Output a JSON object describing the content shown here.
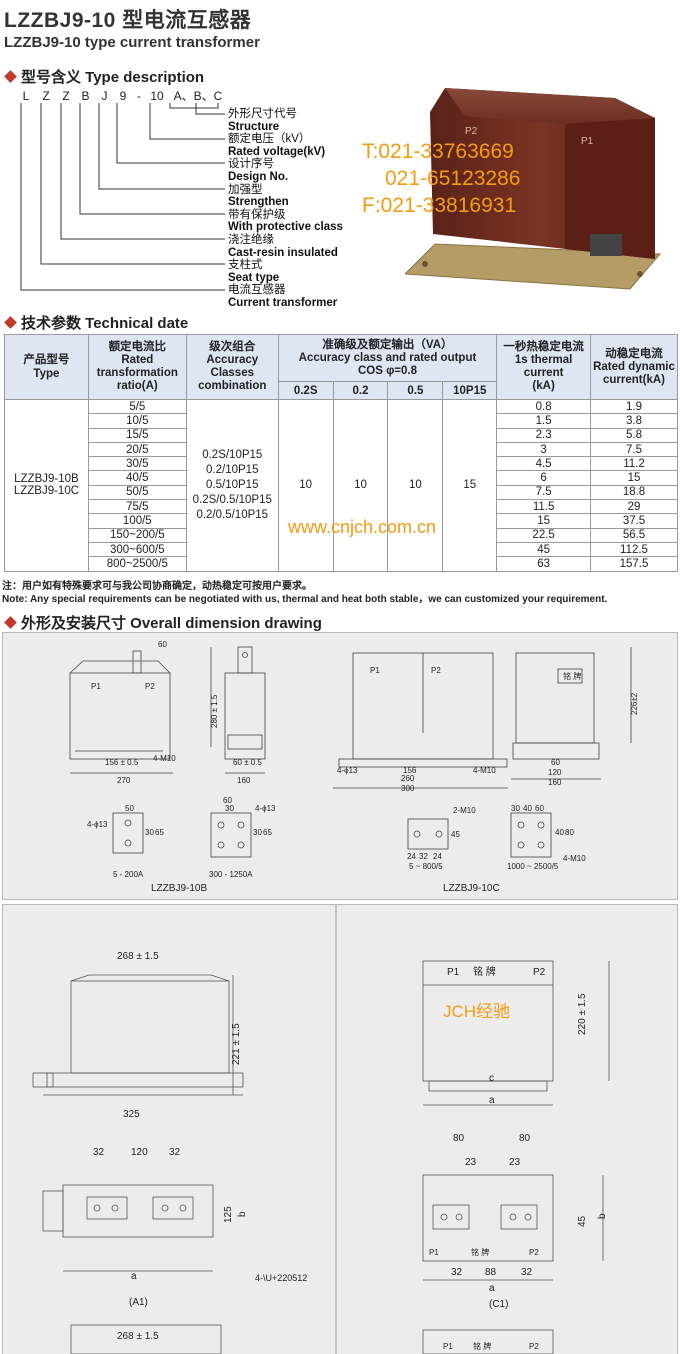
{
  "header": {
    "title_cn": "LZZBJ9-10 型电流互感器",
    "title_en": "LZZBJ9-10 type current transformer"
  },
  "type_description": {
    "heading": "型号含义 Type description",
    "code_letters": [
      "L",
      "Z",
      "Z",
      "B",
      "J",
      "9",
      "-",
      "10",
      "A、B、C"
    ],
    "items": [
      {
        "cn": "外形尺寸代号",
        "en": "Structure"
      },
      {
        "cn": "额定电压（kV）",
        "en": "Rated voltage(kV)"
      },
      {
        "cn": "设计序号",
        "en": "Design No."
      },
      {
        "cn": "加强型",
        "en": "Strengthen"
      },
      {
        "cn": "带有保护级",
        "en": "With protective class"
      },
      {
        "cn": "浇注绝缘",
        "en": "Cast-resin insulated"
      },
      {
        "cn": "支柱式",
        "en": "Seat type"
      },
      {
        "cn": "电流互感器",
        "en": "Current transformer"
      }
    ],
    "phones": [
      "T:021-33763669",
      "021-65123286",
      "F:021-33816931"
    ],
    "product_labels": [
      "P2",
      "P1"
    ]
  },
  "technical": {
    "heading": "技术参数 Technical date",
    "headers": {
      "type": "产品型号\nType",
      "ratio": "额定电流比\nRated\ntransformation\nratio(A)",
      "combo": "级次组合\nAccuracy\nClasses\ncombination",
      "accuracy": "准确级及额定输出（VA）\nAccuracy class and rated output\nCOS φ=0.8",
      "thermal": "一秒热稳定电流\n1s thermal current\n(kA)",
      "dynamic": "动稳定电流\nRated dynamic\ncurrent(kA)"
    },
    "accuracy_cols": [
      "0.2S",
      "0.2",
      "0.5",
      "10P15"
    ],
    "type_values": [
      "LZZBJ9-10B",
      "LZZBJ9-10C"
    ],
    "combos": [
      "0.2S/10P15",
      "0.2/10P15",
      "0.5/10P15",
      "0.2S/0.5/10P15",
      "0.2/0.5/10P15"
    ],
    "outputs": [
      "10",
      "10",
      "10",
      "15"
    ],
    "rows": [
      {
        "ratio": "5/5",
        "thermal": "0.8",
        "dynamic": "1.9"
      },
      {
        "ratio": "10/5",
        "thermal": "1.5",
        "dynamic": "3.8"
      },
      {
        "ratio": "15/5",
        "thermal": "2.3",
        "dynamic": "5.8"
      },
      {
        "ratio": "20/5",
        "thermal": "3",
        "dynamic": "7.5"
      },
      {
        "ratio": "30/5",
        "thermal": "4.5",
        "dynamic": "11.2"
      },
      {
        "ratio": "40/5",
        "thermal": "6",
        "dynamic": "15"
      },
      {
        "ratio": "50/5",
        "thermal": "7.5",
        "dynamic": "18.8"
      },
      {
        "ratio": "75/5",
        "thermal": "11.5",
        "dynamic": "29"
      },
      {
        "ratio": "100/5",
        "thermal": "15",
        "dynamic": "37.5"
      },
      {
        "ratio": "150~200/5",
        "thermal": "22.5",
        "dynamic": "56.5"
      },
      {
        "ratio": "300~600/5",
        "thermal": "45",
        "dynamic": "112.5"
      },
      {
        "ratio": "800~2500/5",
        "thermal": "63",
        "dynamic": "157.5"
      }
    ],
    "watermark": "www.cnjch.com.cn",
    "note_cn": "注：用户如有特殊要求可与我公司协商确定，动热稳定可按用户要求。",
    "note_en": "Note: Any special requirements can be negotiated with us, thermal and heat both stable，we can customized your requirement."
  },
  "dimension": {
    "heading": "外形及安装尺寸 Overall dimension drawing",
    "panel1": {
      "d_60": "60",
      "d_280": "280 ± 1.5",
      "d_156": "156 ± 0.5",
      "d_270": "270",
      "d_m10": "4-M10",
      "d_60b": "60 ± 0.5",
      "d_160": "160",
      "p1": "P1",
      "p2": "P2",
      "d_50": "50",
      "d_4phi": "4-ϕ13",
      "d_30": "30",
      "d_65": "65",
      "d_5_200": "5 - 200A",
      "d_60c": "60",
      "d_30b": "30",
      "d_4phib": "4-ϕ13",
      "d_30c": "30",
      "d_65b": "65",
      "d_300": "300 - 1250A",
      "cap_b": "LZZBJ9-10B",
      "p1c": "P1",
      "p2c": "P2",
      "d_4phic": "4-ϕ13",
      "d_156c": "156",
      "d_260": "260",
      "d_300c": "300",
      "d_4m10c": "4-M10",
      "d_226": "226±2",
      "d_nameplate": "铭 牌",
      "d_60d": "60",
      "d_120": "120",
      "d_160d": "160",
      "d_2m10": "2-M10",
      "d_45": "45",
      "d_24": "24",
      "d_32": "32",
      "d_24b": "24",
      "d_5_800": "5 ~ 800/5",
      "d_30d": "30",
      "d_40": "40",
      "d_60e": "60",
      "d_40b": "40",
      "d_80": "80",
      "d_1000": "1000 ~ 2500/5",
      "d_4m10d": "4-M10",
      "cap_c": "LZZBJ9-10C"
    },
    "panel2": {
      "d_268": "268 ± 1.5",
      "d_221": "221 ± 1.5",
      "d_325": "325",
      "d_32": "32",
      "d_120": "120",
      "d_32b": "32",
      "d_125": "125",
      "d_b": "b",
      "d_a": "a",
      "d_hole": "4-\\U+220512",
      "cap_a1": "(A1)",
      "p1": "P1",
      "nameplate": "铭    牌",
      "p2": "P2",
      "d_220": "220 ± 1.5",
      "d_c": "c",
      "d_a2": "a",
      "watermark": "JCH经驰",
      "d_80": "80",
      "d_80b": "80",
      "d_23": "23",
      "d_23b": "23",
      "d_45": "45",
      "d_b2": "b",
      "p1b": "P1",
      "nameplate2": "铭    牌",
      "p2b": "P2",
      "d_32c": "32",
      "d_88": "88",
      "d_32d": "32",
      "d_a3": "a",
      "cap_c1": "(C1)",
      "d_268b": "268 ± 1.5",
      "p1c": "P1",
      "nameplate3": "铭    牌",
      "p2c": "P2"
    }
  }
}
